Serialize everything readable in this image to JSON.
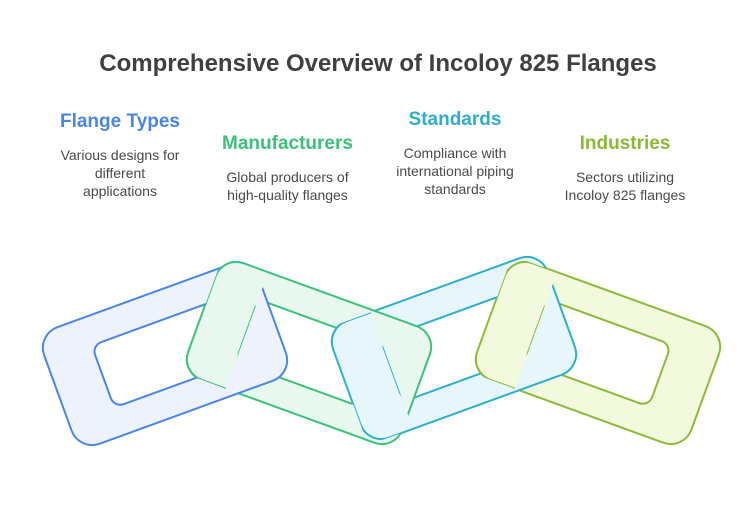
{
  "title": "Comprehensive Overview of Incoloy 825 Flanges",
  "items": [
    {
      "heading": "Flange Types",
      "description": [
        "Various designs for",
        "different",
        "applications"
      ],
      "color": "#4a86e8",
      "fill": "#edf2fc"
    },
    {
      "heading": "Manufacturers",
      "description": [
        "Global producers of",
        "high-quality flanges"
      ],
      "color": "#3cc27a",
      "fill": "#e8f8ee"
    },
    {
      "heading": "Standards",
      "description": [
        "Compliance with",
        "international piping",
        "standards"
      ],
      "color": "#2eaed0",
      "fill": "#e6f6fb"
    },
    {
      "heading": "Industries",
      "description": [
        "Sectors utilizing",
        "Incoloy 825 flanges"
      ],
      "color": "#8dba36",
      "fill": "#f2f9dd"
    }
  ]
}
